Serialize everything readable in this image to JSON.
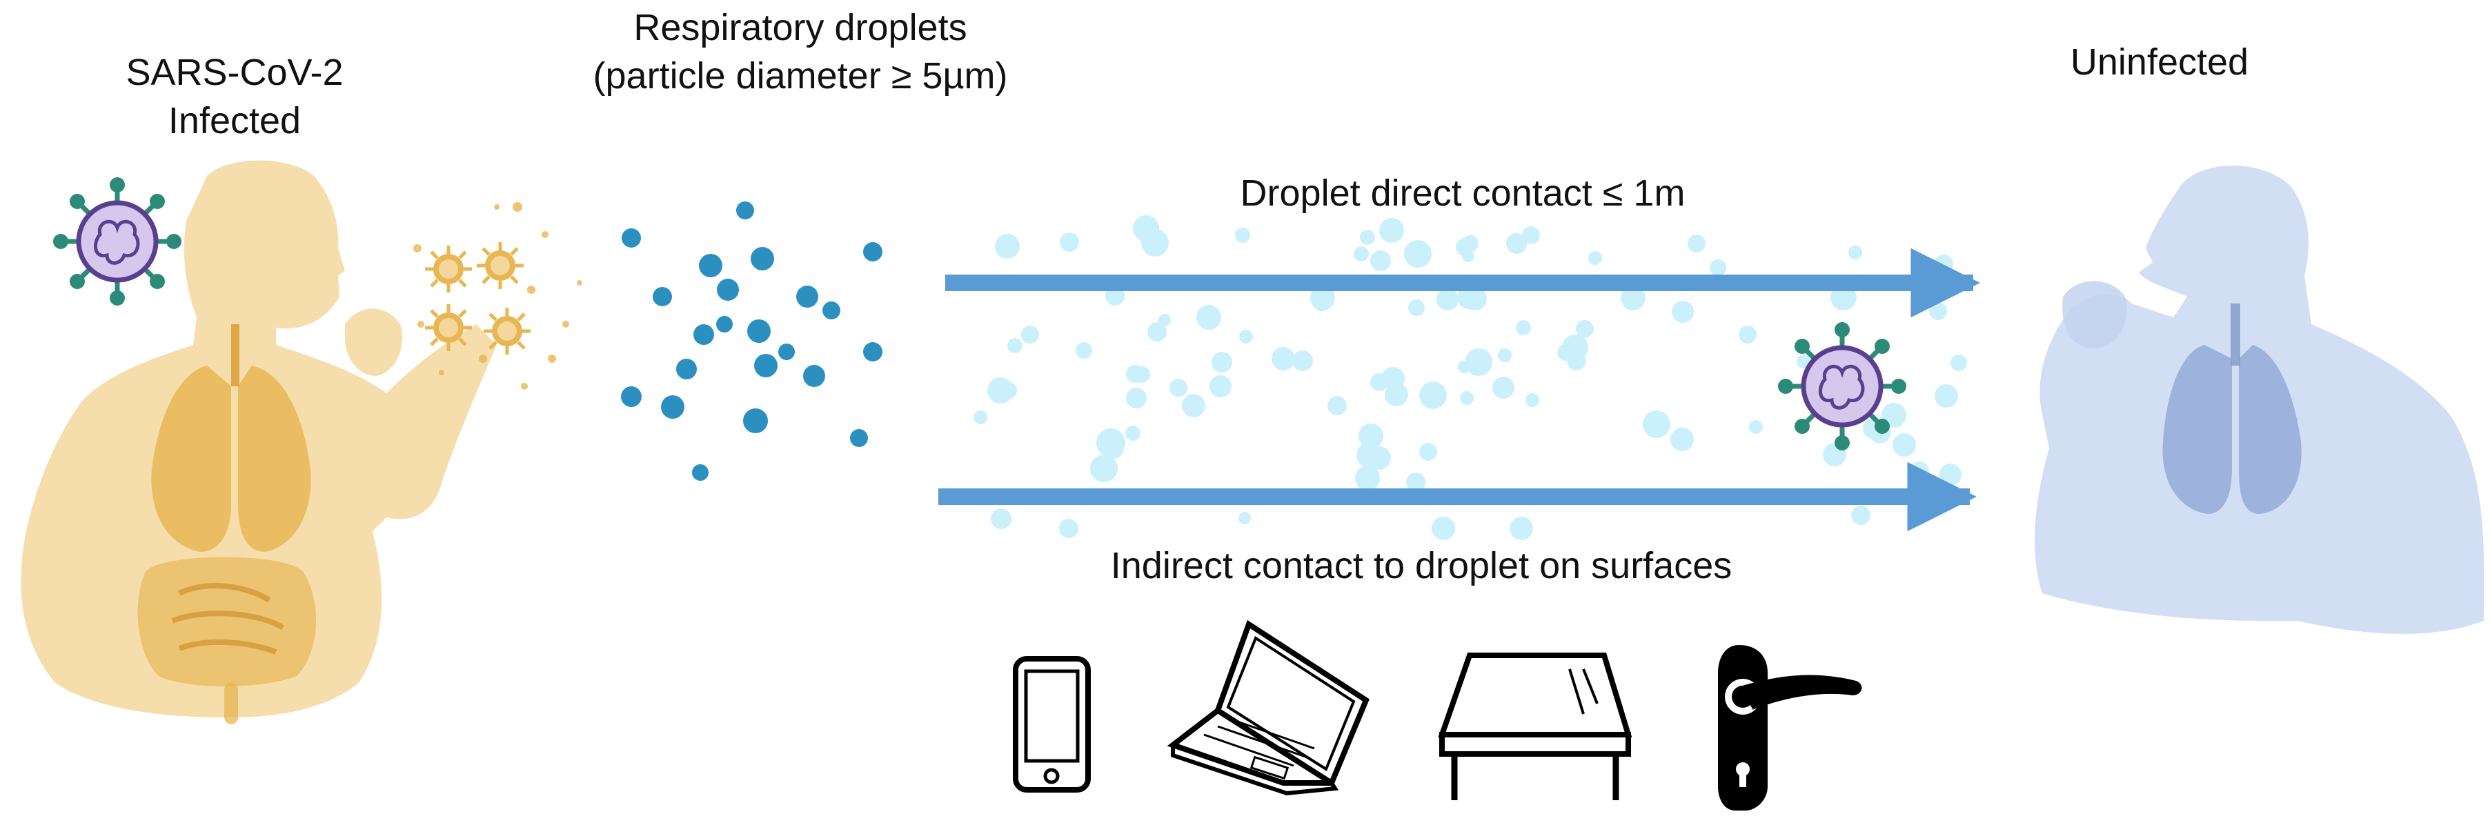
{
  "infected": {
    "line1": "SARS-CoV-2",
    "line2": "Infected"
  },
  "droplets": {
    "line1": "Respiratory droplets",
    "line2": "(particle diameter ≥ 5µm)"
  },
  "direct_contact": "Droplet direct contact ≤ 1m",
  "indirect_contact": "Indirect contact to droplet on surfaces",
  "uninfected": "Uninfected",
  "colors": {
    "infected_person": "#f5d79e",
    "infected_organs": "#e6b24a",
    "uninfected_person": "#c3d3ef",
    "uninfected_organs": "#90a8d6",
    "arrow": "#5b9bd5",
    "large_droplet": "#2b8fc0",
    "small_droplet": "#c9f0fb",
    "aerosol": "#e8b653",
    "virus_body": "#d6c8ec",
    "virus_outline": "#5b3f8f",
    "virus_spike": "#2c8a78"
  },
  "surface_icons": [
    "smartphone-icon",
    "laptop-icon",
    "table-icon",
    "door-handle-icon"
  ]
}
